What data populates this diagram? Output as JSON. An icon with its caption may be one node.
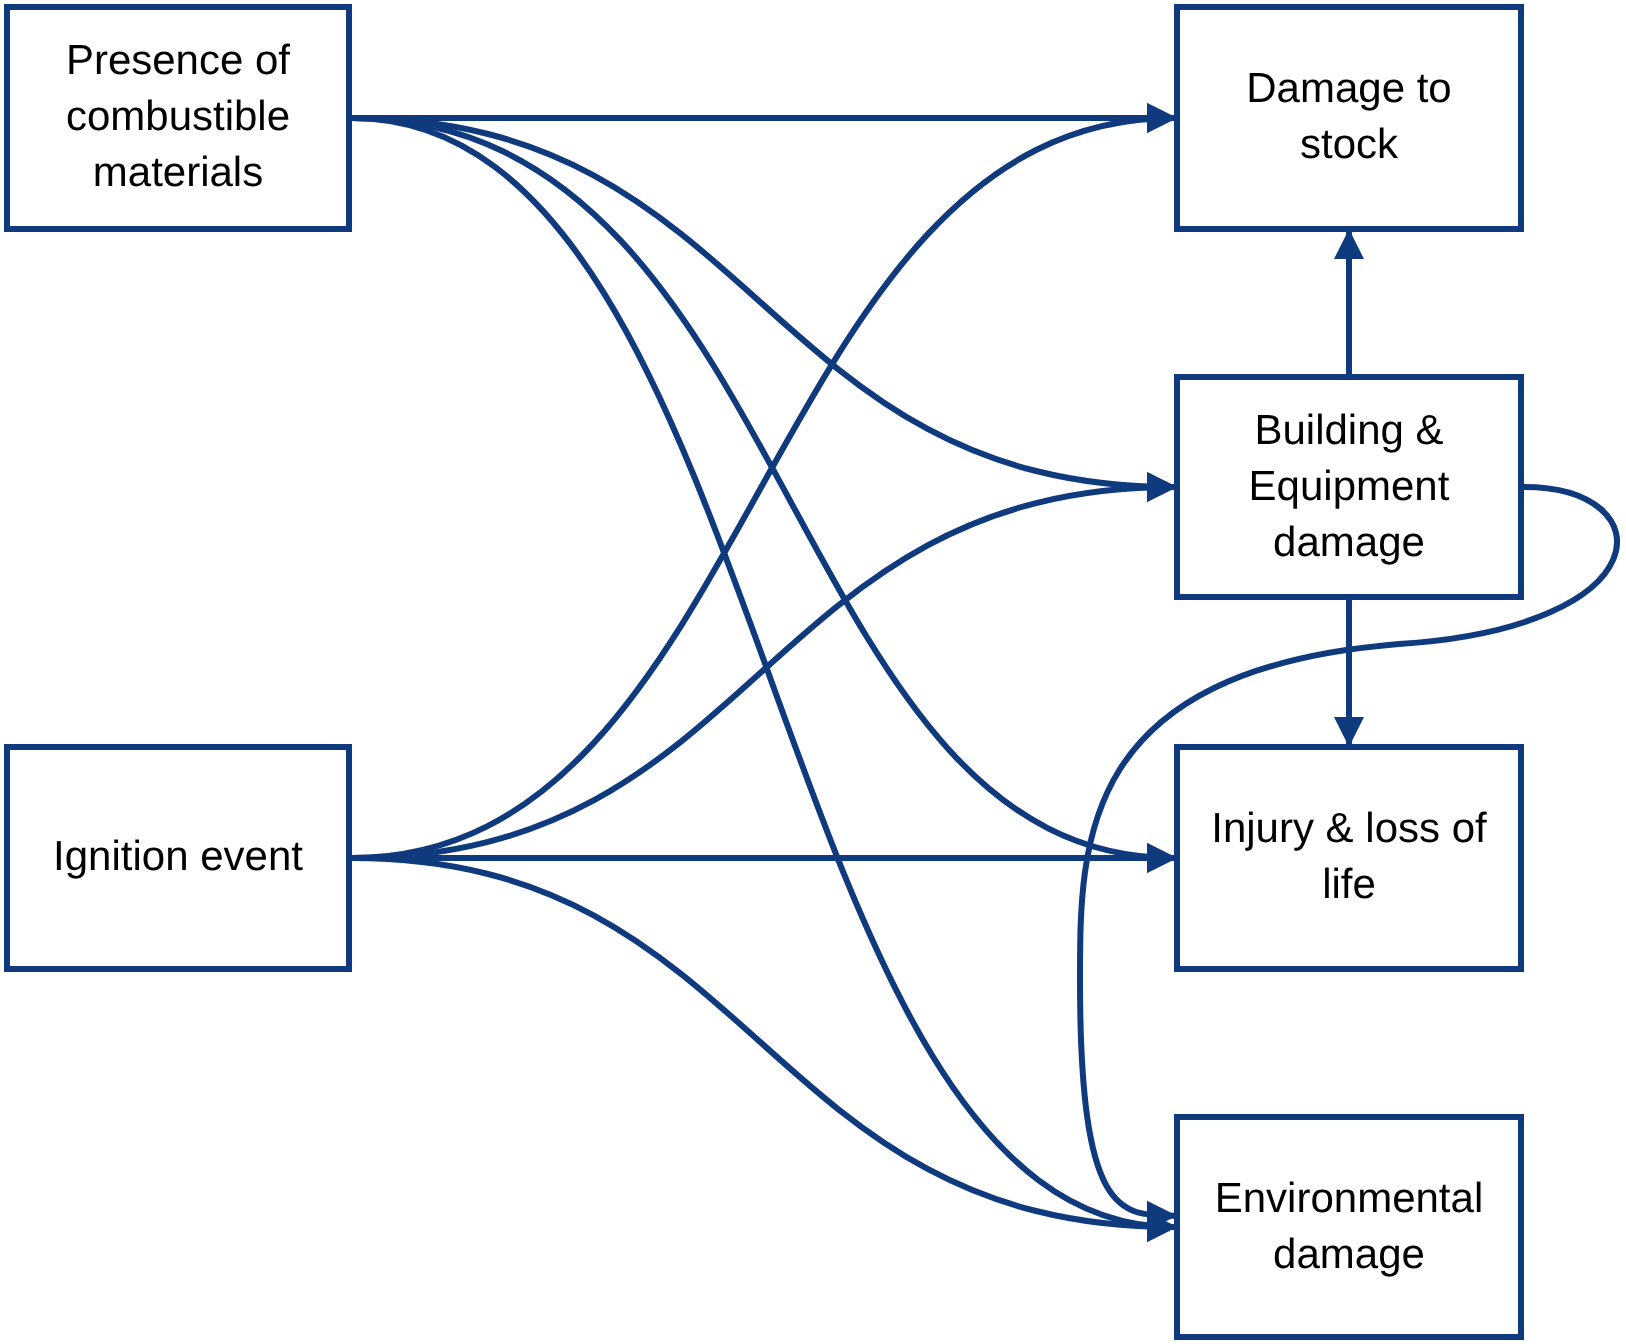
{
  "diagram": {
    "nodes": [
      {
        "text": [
          "Presence of combustible materials"
        ]
      },
      {
        "text": [
          "Damage to stock"
        ]
      },
      {
        "text": [
          "Building & Equipment damage"
        ]
      },
      {
        "text": [
          "Injury & loss of life"
        ]
      },
      {
        "text": [
          "Ignition event"
        ]
      },
      {
        "text": [
          "Environmental damage"
        ]
      }
    ],
    "edges": [
      {
        "from": 0,
        "to": 1,
        "arrow": "to"
      },
      {
        "from": 0,
        "to": 2,
        "arrow": "to"
      },
      {
        "from": 0,
        "to": 3,
        "arrow": "to"
      },
      {
        "from": 0,
        "to": 5,
        "arrow": "to"
      },
      {
        "from": 4,
        "to": 1,
        "arrow": "to"
      },
      {
        "from": 4,
        "to": 2,
        "arrow": "to"
      },
      {
        "from": 4,
        "to": 3,
        "arrow": "to"
      },
      {
        "from": 4,
        "to": 5,
        "arrow": "to"
      },
      {
        "from": 2,
        "to": 1,
        "arrow": "to"
      },
      {
        "from": 2,
        "to": 3,
        "arrow": "to"
      },
      {
        "from": 2,
        "to": 5,
        "arrow": "to"
      }
    ]
  }
}
